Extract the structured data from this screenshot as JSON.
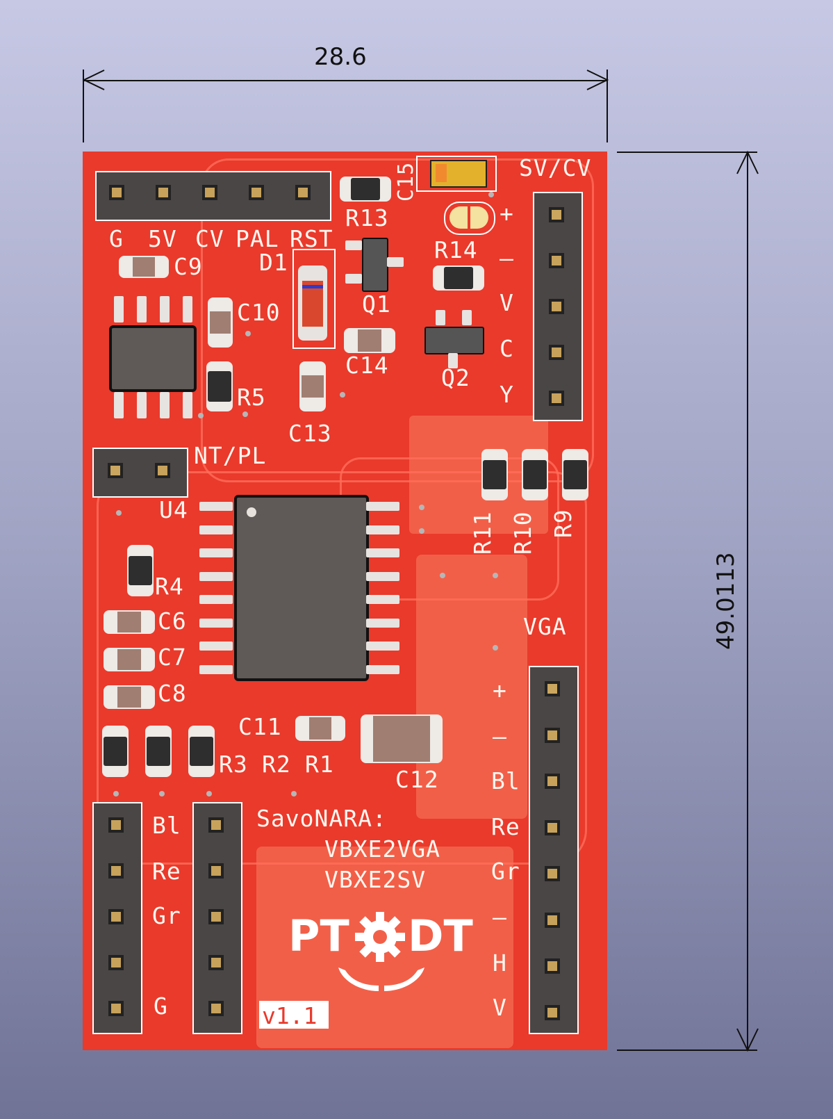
{
  "dimensions": {
    "width_label": "28.6",
    "height_label": "49.0113"
  },
  "top_header": {
    "labels": [
      "G",
      "5V",
      "CV",
      "PAL",
      "RST"
    ]
  },
  "svcv_header": {
    "title": "SV/CV",
    "labels": [
      "+",
      "–",
      "V",
      "C",
      "Y"
    ]
  },
  "vga_header": {
    "title": "VGA",
    "labels": [
      "+",
      "–",
      "Bl",
      "Re",
      "Gr",
      "–",
      "H",
      "V"
    ]
  },
  "left_header": {
    "labels": [
      "Bl",
      "Re",
      "Gr",
      "G"
    ]
  },
  "jumper": {
    "label": "NT/PL"
  },
  "components": {
    "c9": "C9",
    "c10": "C10",
    "r5": "R5",
    "d1": "D1",
    "r13": "R13",
    "c15": "C15",
    "q1": "Q1",
    "r14": "R14",
    "c14": "C14",
    "q2": "Q2",
    "c13": "C13",
    "u4": "U4",
    "r11": "R11",
    "r10": "R10",
    "r9": "R9",
    "r4": "R4",
    "c6": "C6",
    "c7": "C7",
    "c8": "C8",
    "c11": "C11",
    "c12": "C12",
    "r3": "R3",
    "r2": "R2",
    "r1": "R1"
  },
  "board_text": {
    "line1": "SavoNARA:",
    "line2": "VBXE2VGA",
    "line3": "VBXE2SV",
    "logo_left": "PT",
    "logo_right": "DT",
    "version": "v1.1"
  }
}
